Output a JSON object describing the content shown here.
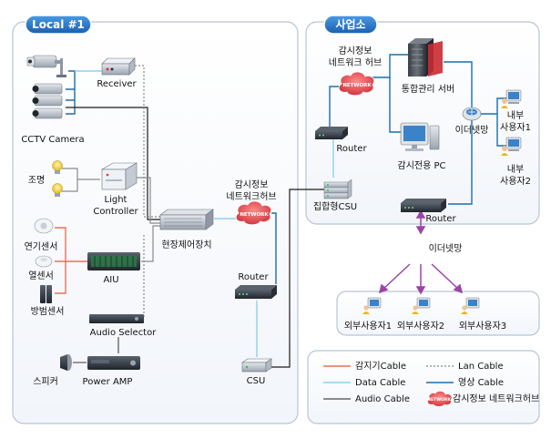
{
  "sections": {
    "local": {
      "title": "Local #1"
    },
    "office": {
      "title": "사업소"
    }
  },
  "local_labels": {
    "receiver": "Receiver",
    "cctv_camera": "CCTV Camera",
    "lighting": "조명",
    "light_controller_1": "Light",
    "light_controller_2": "Controller",
    "smoke_sensor": "연기센서",
    "heat_sensor": "열센서",
    "security_sensor": "방범센서",
    "aiu": "AIU",
    "field_controller": "현장제어장치",
    "audio_selector": "Audio Selector",
    "speaker": "스피커",
    "power_amp": "Power AMP",
    "monitor_hub_1": "감시정보",
    "monitor_hub_2": "네트워크허브",
    "router": "Router",
    "csu": "CSU"
  },
  "office_labels": {
    "monitor_hub_1": "감시정보",
    "monitor_hub_2": "네트워크 허브",
    "integrated_server": "통합관리 서버",
    "ethernet": "이더넷망",
    "internal_user_1a": "내부",
    "internal_user_1b": "사용자1",
    "internal_user_2a": "내부",
    "internal_user_2b": "사용자2",
    "router_top": "Router",
    "monitor_pc": "감시전용 PC",
    "aggregate_csu": "집합형CSU",
    "router_bottom": "Router"
  },
  "external": {
    "ethernet": "이더넷망",
    "users": [
      "외부사용자1",
      "외부사용자2",
      "외부사용자3"
    ]
  },
  "network_badge": "NETWORK",
  "legend": {
    "sensor_cable": "감지기Cable",
    "lan_cable": "Lan Cable",
    "data_cable": "Data Cable",
    "video_cable": "영상 Cable",
    "audio_cable": "Audio Cable",
    "network_hub": "감시정보 네트워크허브"
  },
  "colors": {
    "header_blue": "#1e73c6",
    "border": "#b8c4d6",
    "sensor_cable": "#e8715a",
    "lan_cable": "#8a8a8a",
    "data_cable": "#8fd0ef",
    "video_cable": "#1b6fa8",
    "audio_cable": "#7a7a7a",
    "network_red": "#d9363e"
  }
}
